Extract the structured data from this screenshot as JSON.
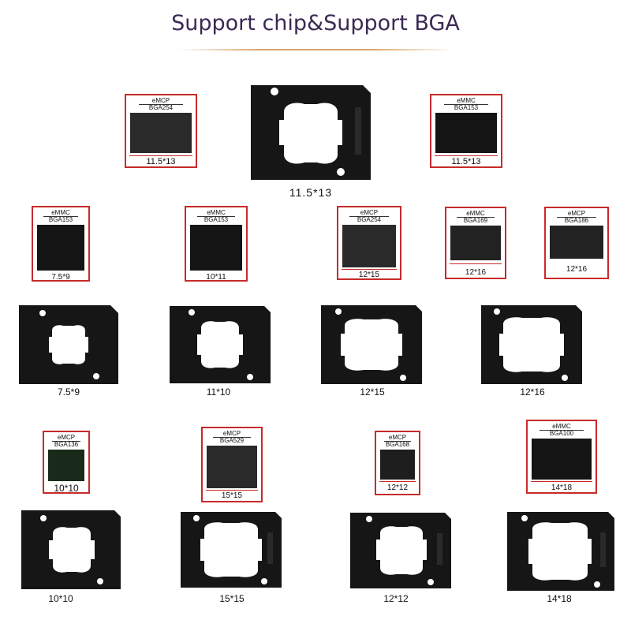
{
  "header": {
    "title": "Support chip&Support BGA"
  },
  "top_row": {
    "chip_left": {
      "type": "eMCP",
      "bga": "BGA254",
      "size": "11.5*13"
    },
    "plate_caption": "11.5*13",
    "chip_right": {
      "type": "eMMC",
      "bga": "BGA153",
      "size": "11.5*13"
    }
  },
  "chip_row": [
    {
      "type": "eMMC",
      "bga": "BGA153",
      "size": "7.5*9"
    },
    {
      "type": "eMMC",
      "bga": "BGA153",
      "size": "10*11"
    },
    {
      "type": "eMCP",
      "bga": "BGA254",
      "size": "12*15"
    },
    {
      "type": "eMMC",
      "bga": "BGA169",
      "size": "12*16"
    },
    {
      "type": "eMCP",
      "bga": "BGA186",
      "size": "12*16"
    }
  ],
  "plate_row_1": [
    {
      "caption": "7.5*9"
    },
    {
      "caption": "11*10"
    },
    {
      "caption": "12*15"
    },
    {
      "caption": "12*16"
    }
  ],
  "chip_row_2": [
    {
      "type": "eMCP",
      "bga": "BGA136",
      "size": "10*10"
    },
    {
      "type": "eMCP",
      "bga": "BGA529",
      "size": "15*15"
    },
    {
      "type": "eMCP",
      "bga": "BGA168",
      "size": "12*12"
    },
    {
      "type": "eMMC",
      "bga": "BGA100",
      "size": "14*18"
    }
  ],
  "plate_row_2": [
    {
      "caption": "10*10"
    },
    {
      "caption": "15*15"
    },
    {
      "caption": "12*12"
    },
    {
      "caption": "14*18"
    }
  ],
  "colors": {
    "frame": "#c82a2a",
    "title": "#3a2a54",
    "plate": "#161616"
  }
}
